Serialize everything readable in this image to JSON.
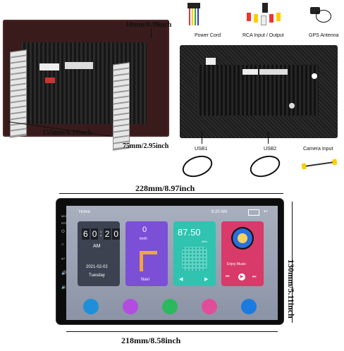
{
  "top": {
    "thickness_label": "10mm/0.39inch",
    "depth_label": "155mm/6.10inch",
    "height_label": "75mm/2.95inch"
  },
  "rear": {
    "power_cord": "Power Cord",
    "rca": "RCA Input / Output",
    "gps": "GPS Antenna",
    "usb1": "USB1",
    "usb2": "USB2",
    "camera": "Camera Input"
  },
  "screen": {
    "width_label": "228mm/8.97inch",
    "height_label": "130mm/5.11inch",
    "inner_width_label": "218mm/8.58inch",
    "home": "Home",
    "time": "6:20 AM",
    "clock_h1": "0",
    "clock_h2": "6",
    "clock_m1": "2",
    "clock_m2": "0",
    "ampm": "AM",
    "date": "2021-02-02",
    "weekday": "Tuesday",
    "speed": "0",
    "speed_unit": "km/h",
    "navi": "Navi",
    "freq": "87.50",
    "freq_unit": "MHz",
    "music": "Enjoy Music"
  },
  "colors": {
    "navi_card": "#7b4fd6",
    "radio_card": "#2fc3b0",
    "music_card": "#d83a6a",
    "dock1": "#1e8fd8",
    "dock2": "#b34de0",
    "dock3": "#2cb85c",
    "dock4": "#e04d9b",
    "dock5": "#1b7be0"
  }
}
